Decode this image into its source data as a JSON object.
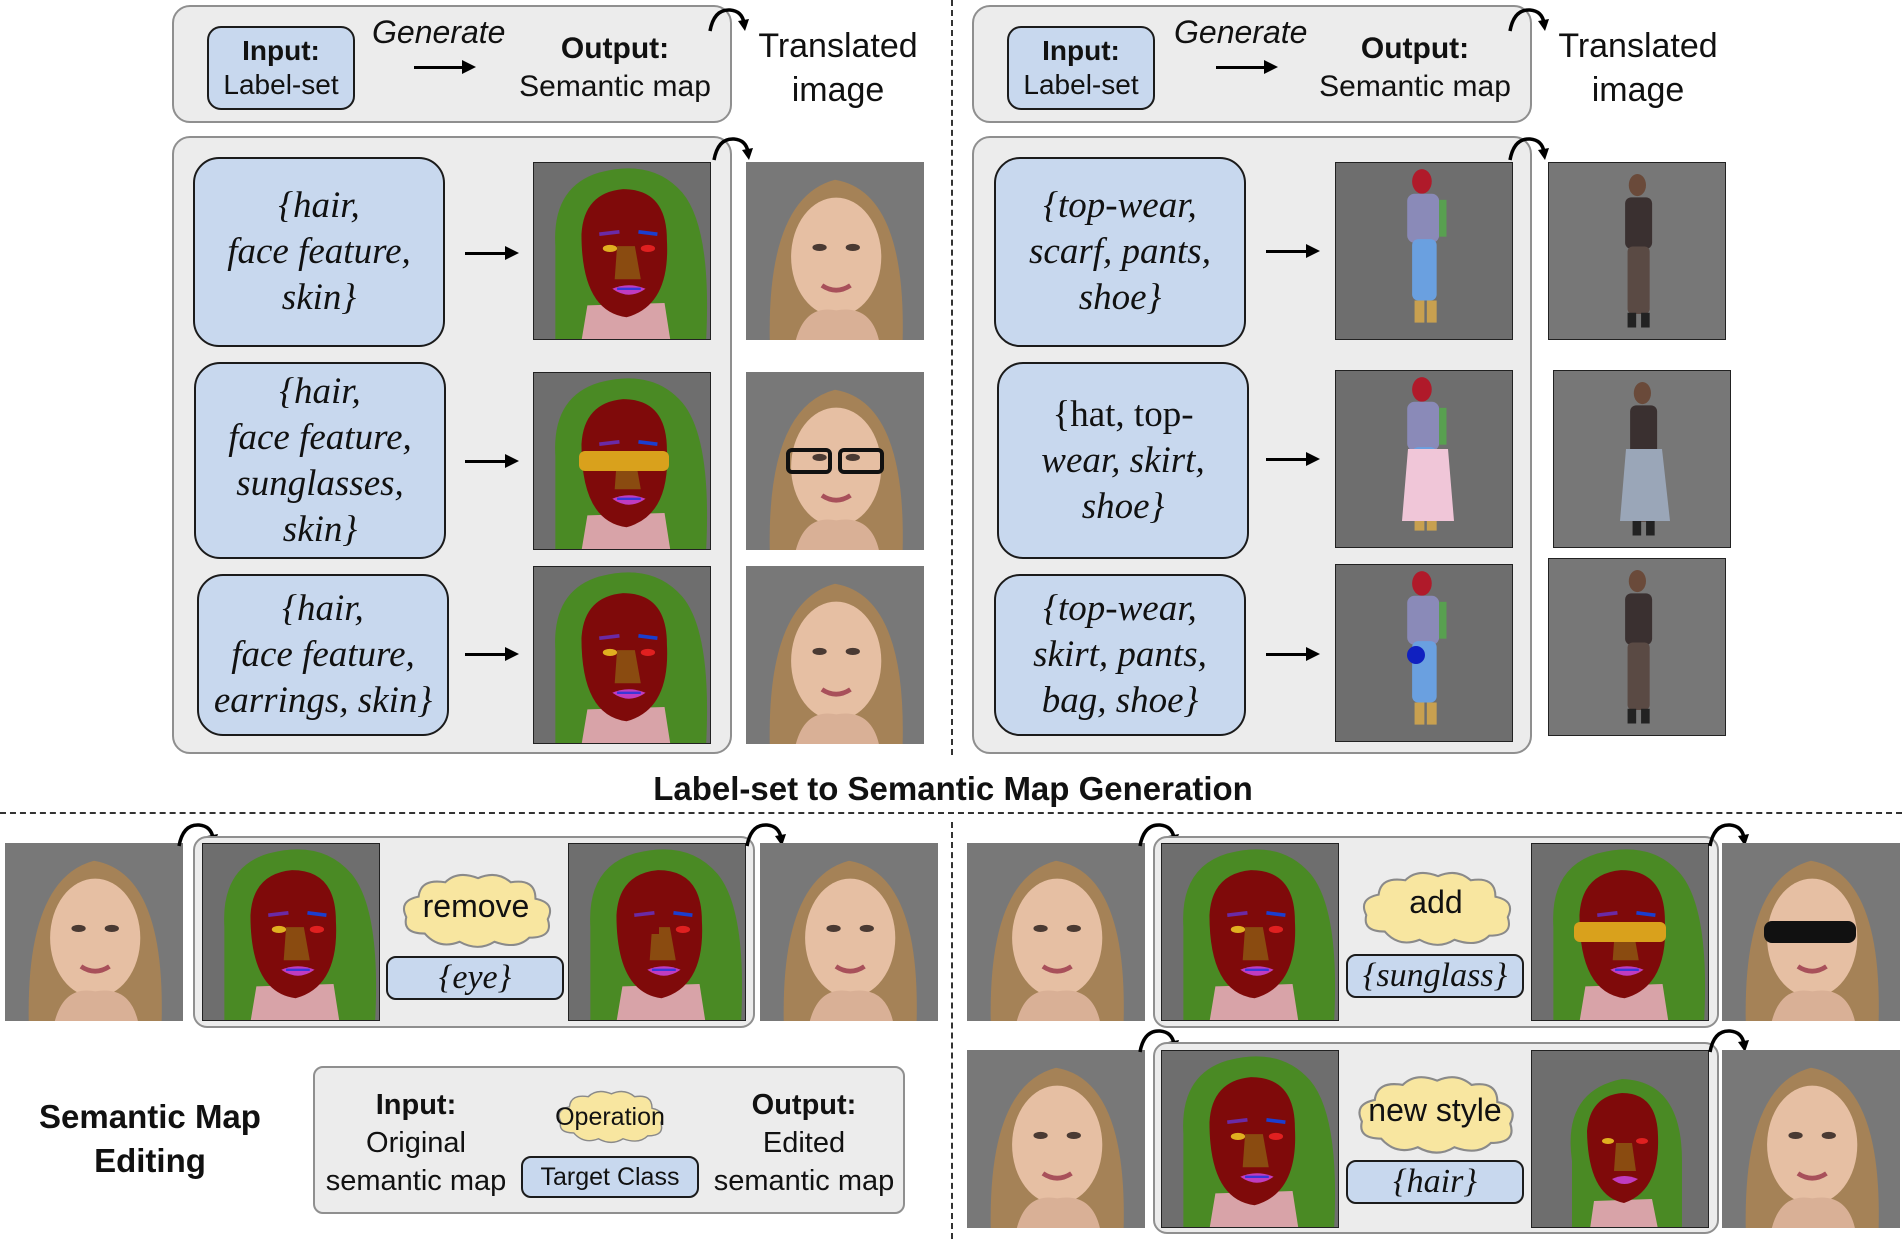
{
  "header": {
    "input_label": "Input:",
    "input_value": "Label-set",
    "generate": "Generate",
    "output_label": "Output:",
    "output_value": "Semantic map",
    "translated_line1": "Translated",
    "translated_line2": "image"
  },
  "face_labelsets": [
    [
      "{hair,",
      "face feature,",
      "skin}"
    ],
    [
      "{hair,",
      "face feature,",
      "sunglasses,",
      "skin}"
    ],
    [
      "{hair,",
      "face feature,",
      "earrings, skin}"
    ]
  ],
  "fashion_labelsets": [
    [
      "{top-wear,",
      "scarf, pants,",
      "shoe}"
    ],
    [
      "{hat,  top-",
      "wear, skirt,",
      "shoe}"
    ],
    [
      "{top-wear,",
      "skirt, pants,",
      "bag, shoe}"
    ]
  ],
  "section_title": "Label-set to Semantic Map Generation",
  "editing": {
    "remove": "remove",
    "remove_target": "{eye}",
    "add": "add",
    "add_target": "{sunglass}",
    "new_style": "new style",
    "new_style_target": "{hair}"
  },
  "legend": {
    "title_line1": "Semantic Map",
    "title_line2": "Editing",
    "input_label": "Input:",
    "input_line1": "Original",
    "input_line2": "semantic map",
    "operation": "Operation",
    "target_class": "Target Class",
    "output_label": "Output:",
    "output_line1": "Edited",
    "output_line2": "semantic map"
  },
  "colors": {
    "hair": "#4a8a24",
    "face": "#7f0a0a",
    "nose": "#8a4b10",
    "skin_neck": "#d8a3a8",
    "background": "#6e6e6e",
    "label_box": "#c8d8ee",
    "cloud": "#f8e6a0",
    "sunglasses": "#d9a11c"
  }
}
